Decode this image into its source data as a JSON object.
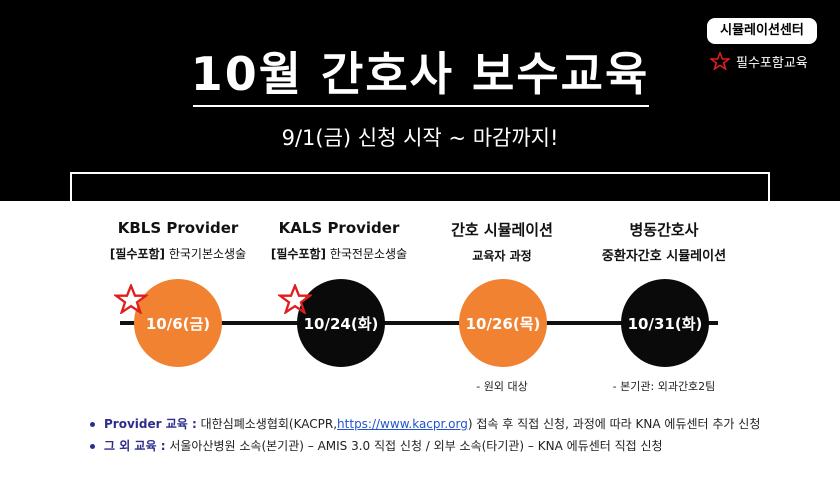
{
  "header": {
    "title": "10월 간호사 보수교육",
    "subtitle": "9/1(금) 신청 시작 ~ 마감까지!",
    "badge": "시뮬레이션센터",
    "badge_tag": "필수포함교육"
  },
  "courses": [
    {
      "title": "KBLS Provider",
      "tag": "[필수포함]",
      "sub": "한국기본소생술",
      "date": "10/6(금)",
      "note": "",
      "color": "orange"
    },
    {
      "title": "KALS Provider",
      "tag": "[필수포함]",
      "sub": "한국전문소생술",
      "date": "10/24(화)",
      "note": "",
      "color": "black"
    },
    {
      "title": "간호 시뮬레이션",
      "tag": "",
      "sub": "교육자 과정",
      "date": "10/26(목)",
      "note": "- 원외 대상",
      "color": "orange"
    },
    {
      "title": "병동간호사",
      "tag": "",
      "sub": "중환자간호 시뮬레이션",
      "date": "10/31(화)",
      "note": "- 본기관: 외과간호2팀",
      "color": "black"
    }
  ],
  "bullets": {
    "b1_label": "Provider 교육 :",
    "b1_pre": "대한심폐소생협회(KACPR,",
    "b1_link": "https://www.kacpr.org",
    "b1_post": ") 접속 후 직접 신청, 과정에 따라 KNA 에듀센터 추가 신청",
    "b2_label": "그 외 교육 :",
    "b2_text": "서울아산병원 소속(본기관) – AMIS 3.0 직접 신청 / 외부 소속(타기관) – KNA 에듀센터 직접 신청"
  },
  "colors": {
    "orange": "#f08232",
    "black": "#0a0a0a",
    "accent": "#e01e1e",
    "bullet": "#2d2d8f"
  },
  "icons": {
    "star": "red-star-icon"
  }
}
